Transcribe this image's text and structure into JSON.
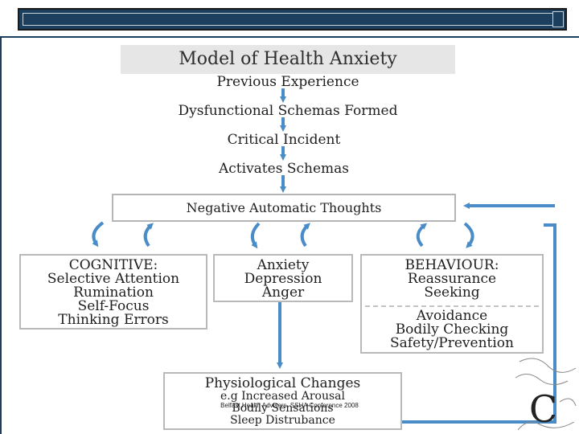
{
  "title": "Model of Health Anxiety",
  "steps": [
    "Previous Experience",
    "Dysfunctional Schemas Formed",
    "Critical Incident",
    "Activates Schemas"
  ],
  "nat": "Negative Automatic Thoughts",
  "cognitive": {
    "heading": "COGNITIVE:",
    "lines": [
      "Selective Attention",
      "Rumination",
      "Self-Focus",
      "Thinking Errors"
    ]
  },
  "emotional": {
    "lines": [
      "Anxiety",
      "Depression",
      "Anger"
    ]
  },
  "behaviour": {
    "heading": "BEHAVIOUR:",
    "lines": [
      "Reassurance",
      "Seeking"
    ],
    "lines2": [
      "Avoidance",
      "Bodily Checking",
      "Safety/Prevention"
    ]
  },
  "physio": {
    "heading": "Physiological Changes",
    "lines": [
      "e.g Increased Arousal",
      "Bodily Sensations",
      "Sleep Distrubance"
    ]
  },
  "footer": "Belfast Health Advisers, SSHA Conference 2008",
  "colors": {
    "arrow": "#4a8cc7",
    "header": "#1d3f5e",
    "border": "#b9b9b9"
  }
}
